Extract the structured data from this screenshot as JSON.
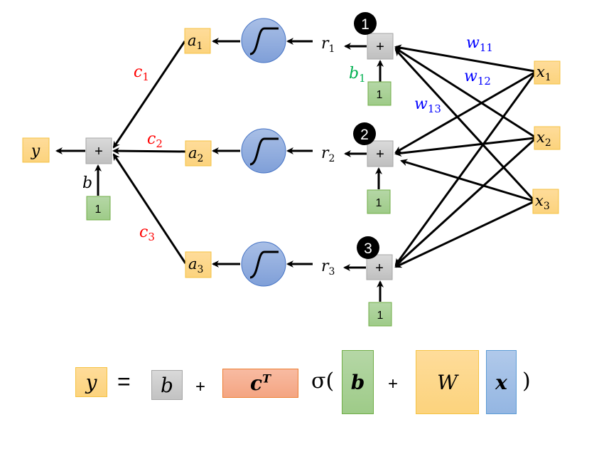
{
  "colors": {
    "orange_fill": "#fdd88a",
    "orange_border": "#f5c242",
    "gray_fill": "#cfcfcf",
    "green_fill": "#a9d18e",
    "blue_circle": "#8eaadb",
    "salmon_fill": "#f4b183",
    "red_label": "#ff0000",
    "blue_label": "#0000ff",
    "green_label": "#00b050"
  },
  "output": {
    "y_label": "y",
    "sum_symbol": "+",
    "bias_label": "b",
    "bias_input": "1",
    "weights": [
      "c1",
      "c2",
      "c3"
    ]
  },
  "hidden_units": [
    {
      "index": "1",
      "activation": "a1",
      "pre_activation": "r1",
      "sum_symbol": "+",
      "bias_input": "1",
      "bias_label": "b1"
    },
    {
      "index": "2",
      "activation": "a2",
      "pre_activation": "r2",
      "sum_symbol": "+",
      "bias_input": "1"
    },
    {
      "index": "3",
      "activation": "a3",
      "pre_activation": "r3",
      "sum_symbol": "+",
      "bias_input": "1"
    }
  ],
  "inputs": [
    "x1",
    "x2",
    "x3"
  ],
  "input_weights_shown": [
    "w11",
    "w12",
    "w13"
  ],
  "activation_function": "sigmoid",
  "equation": {
    "lhs": "y",
    "equals": "=",
    "bias": "b",
    "plus1": "+",
    "cT_base": "c",
    "cT_sup": "T",
    "sigma": "σ(",
    "b_vec": "b",
    "plus2": "+",
    "W": "W",
    "x_vec": "x",
    "close": ")"
  }
}
